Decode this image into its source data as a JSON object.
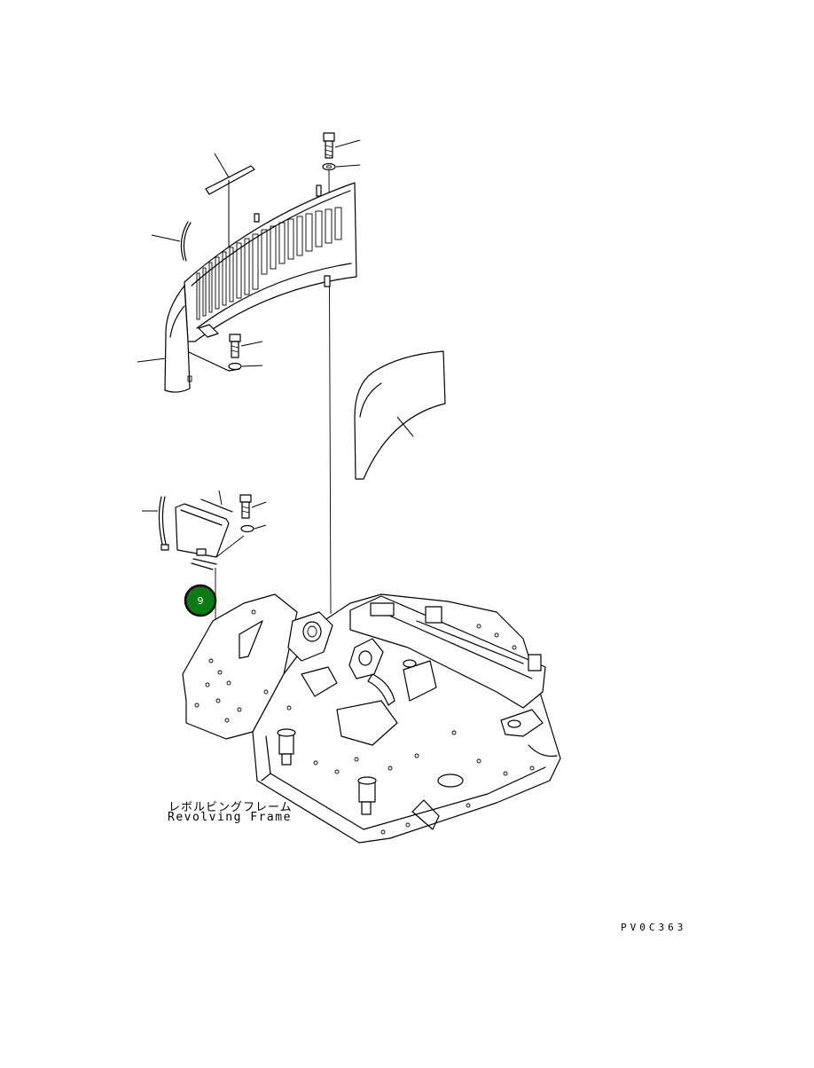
{
  "frame_label": {
    "japanese": "レボルビングフレーム",
    "english": "Revolving Frame"
  },
  "drawing_code": "PV0C363",
  "callouts": [
    {
      "number": "9",
      "color": "#0a7d12"
    }
  ]
}
